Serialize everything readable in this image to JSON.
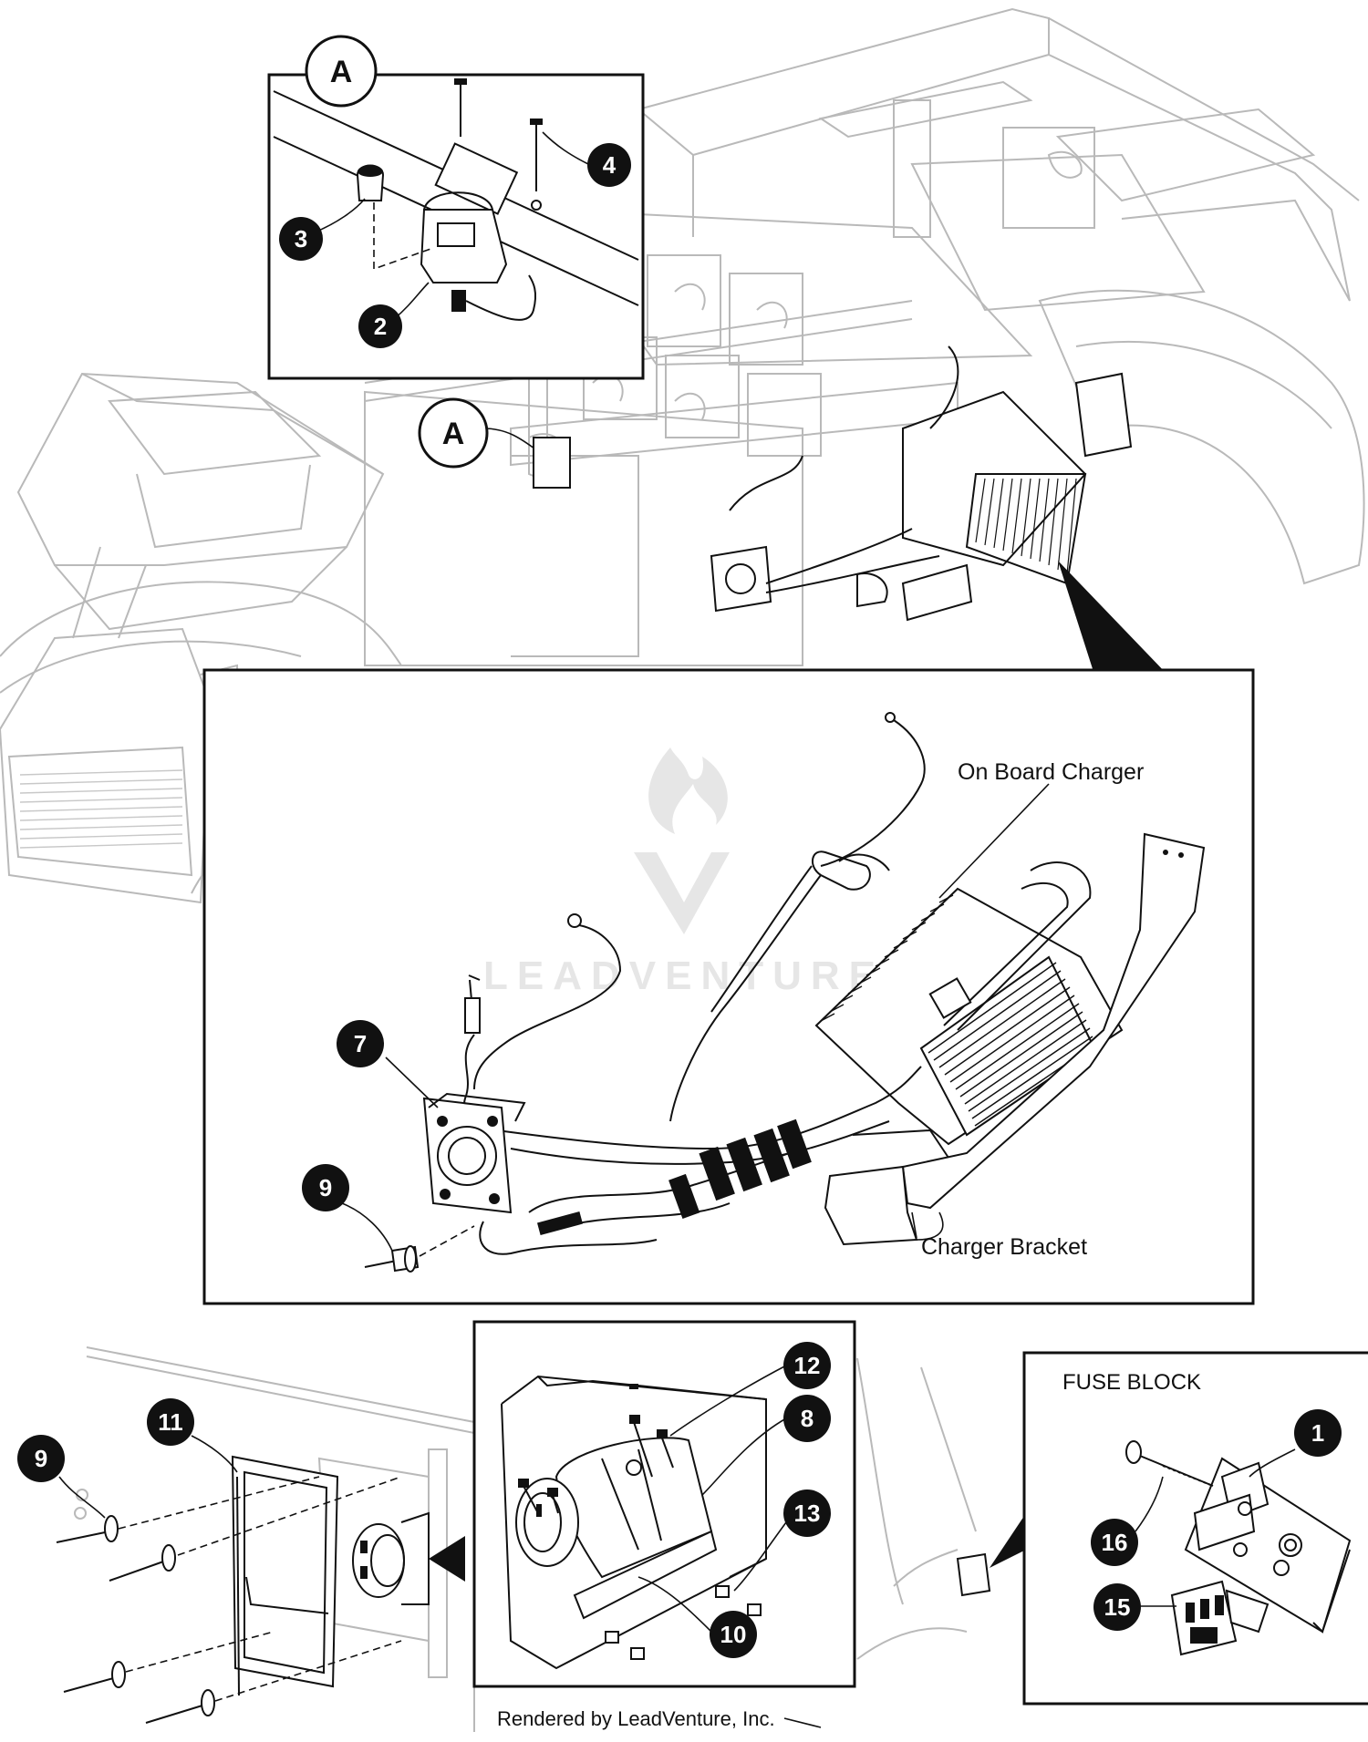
{
  "callouts": {
    "a_top": "A",
    "a_vehicle": "A",
    "n1": "1",
    "n2": "2",
    "n3": "3",
    "n4": "4",
    "n7": "7",
    "n8": "8",
    "n9_main": "9",
    "n9_lower": "9",
    "n10": "10",
    "n11": "11",
    "n12": "12",
    "n13": "13",
    "n15": "15",
    "n16": "16"
  },
  "labels": {
    "on_board_charger": "On Board Charger",
    "charger_bracket": "Charger Bracket",
    "fuse_block": "FUSE BLOCK",
    "footer": "Rendered by LeadVenture, Inc."
  },
  "watermark": {
    "text": "LEADVENTURE"
  },
  "colors": {
    "ink": "#111111",
    "ghost_line": "#b9b9b9",
    "watermark": "#e6e6e6",
    "background": "#ffffff"
  }
}
